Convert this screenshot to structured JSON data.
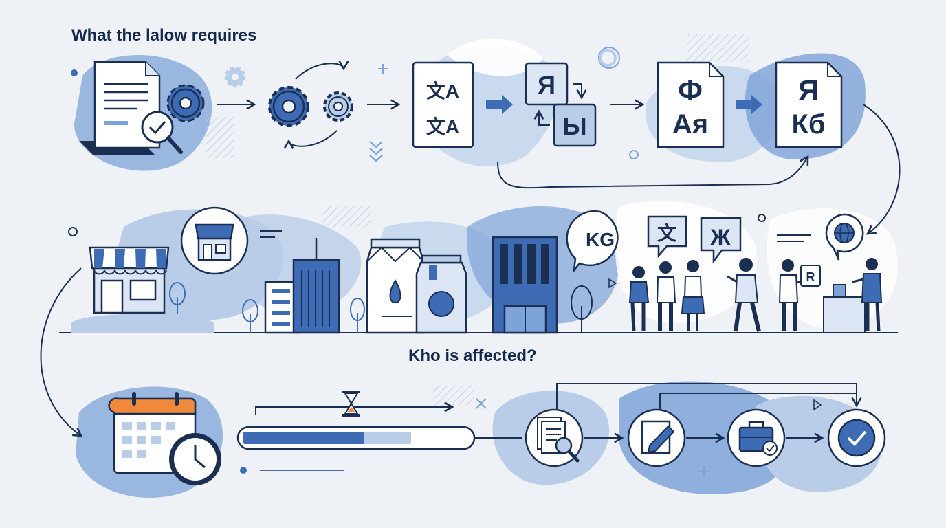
{
  "headings": {
    "requires": "What the lalow requires",
    "affected": "Kho is affected?"
  },
  "glyphs": {
    "translate_top": "文A",
    "translate_bottom": "文A",
    "card_ya": "Я",
    "card_y": "Ы",
    "doc1_top": "Ф",
    "doc1_bottom": "Ая",
    "doc2_top": "Я",
    "doc2_bottom": "Кб",
    "bubble_kg": "KG",
    "bubble_wen": "文",
    "bubble_zh": "Ж",
    "sign_r": "R"
  },
  "progress": {
    "fraction": 0.72
  },
  "colors": {
    "background": "#eef1f6",
    "navy": "#1a2f52",
    "accent_blue": "#3d6cb5",
    "light_blue": "#b9cde9",
    "mid_blue": "#7ea3d8",
    "calendar_orange": "#f0893c"
  },
  "icons": [
    "document-search-icon",
    "gear-icon",
    "gear-cycle-icon",
    "translate-icon",
    "cyrillic-swap-icon",
    "cyrillic-document-icon",
    "store-icon",
    "storefront-badge-icon",
    "building-icon",
    "milk-carton-icon",
    "speech-bubble-icon",
    "people-icon",
    "globe-icon",
    "calendar-icon",
    "clock-icon",
    "hourglass-icon",
    "review-document-icon",
    "edit-form-icon",
    "briefcase-check-icon",
    "checkmark-icon"
  ]
}
